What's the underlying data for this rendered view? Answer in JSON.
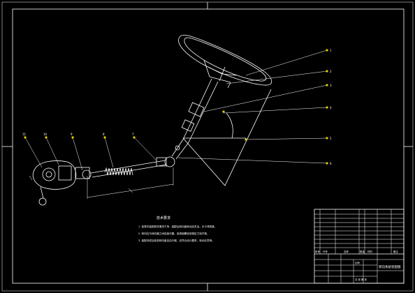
{
  "drawing": {
    "colors": {
      "background": "#000000",
      "line": "#ffffff",
      "marker": "#e0d000"
    },
    "callouts_right": [
      "1",
      "2",
      "3",
      "4",
      "5",
      "6"
    ],
    "callouts_left": [
      "11",
      "10",
      "9",
      "8",
      "7"
    ]
  },
  "notes": {
    "title": "技术要求",
    "lines": [
      "1. 各零件装配前须清洗干净，装配后转向盘转动应灵活，无卡滞现象。",
      "2. 转向柱与转向器之间连接可靠，各紧固螺栓按规定力矩拧紧。",
      "3. 装配完成后检查转向盘自由行程，应符合设计要求，转动无异响。"
    ]
  },
  "title_block": {
    "drawing_title": "转向系统装配图",
    "scale_label": "比例",
    "sheet_label": "共 张 第 张",
    "header_cells": [
      "序号",
      "代号",
      "名称",
      "数量",
      "材料",
      "备注"
    ]
  }
}
